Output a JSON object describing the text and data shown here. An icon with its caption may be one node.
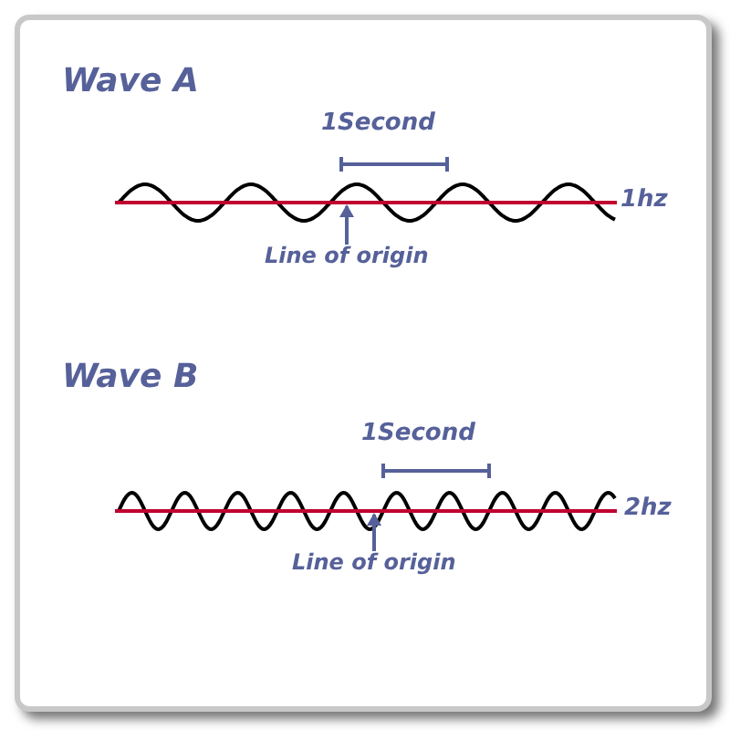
{
  "diagram": {
    "nodes": [
      {
        "text": [
          "Line of origin"
        ]
      },
      {
        "text": [],
        "shape": "line"
      },
      {
        "text": [
          "Line of origin"
        ]
      },
      {
        "text": [],
        "shape": "line"
      }
    ],
    "edges": [
      {
        "from": 0,
        "to": 1,
        "arrow": "to"
      },
      {
        "from": 2,
        "to": 3,
        "arrow": "to"
      }
    ],
    "labels": [
      "Wave A",
      "1Second",
      "1hz",
      "Wave B",
      "1Second",
      "2hz"
    ]
  }
}
